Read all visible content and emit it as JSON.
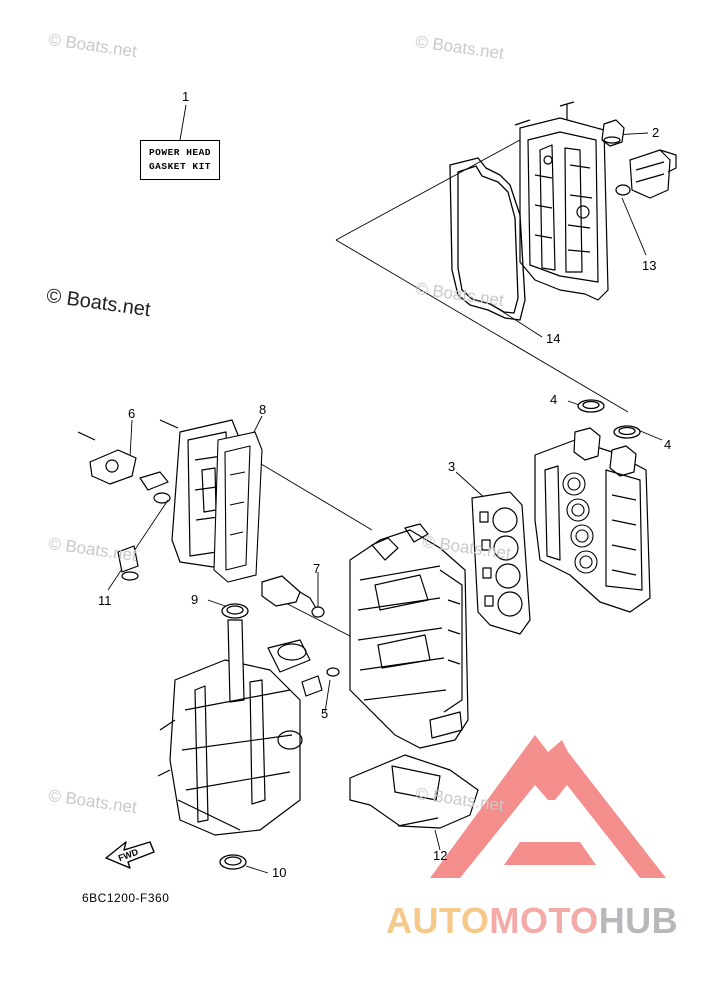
{
  "watermarks": {
    "small_text": "© Boats.net",
    "main_text": "© Boats.net"
  },
  "kit_label": {
    "line1": "POWER HEAD",
    "line2": "GASKET KIT"
  },
  "callouts": {
    "c1": "1",
    "c2": "2",
    "c3": "3",
    "c4a": "4",
    "c4b": "4",
    "c5": "5",
    "c6": "6",
    "c7": "7",
    "c8": "8",
    "c9": "9",
    "c10": "10",
    "c11": "11",
    "c12": "12",
    "c13": "13",
    "c14": "14"
  },
  "fwd_label": "FWD",
  "diagram_code": "6BC1200-F360",
  "brand": {
    "part1": "AUTO",
    "part2": "MOTO",
    "part3": "HUB",
    "logo_color": "#ec4a47"
  }
}
